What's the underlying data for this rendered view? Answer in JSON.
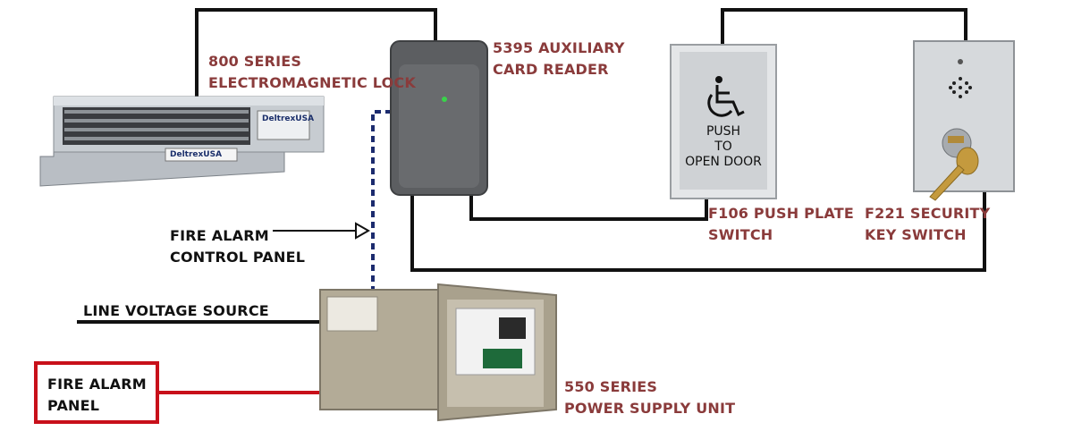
{
  "colors": {
    "device_label": "#8a3b3b",
    "wire": "#111111",
    "fire_wire": "#c8101a",
    "alarm_dotted": "#1c2b6e"
  },
  "labels": {
    "mag_lock": {
      "line1": "800 SERIES",
      "line2": "ELECTROMAGNETIC LOCK"
    },
    "card_reader": {
      "line1": "5395 AUXILIARY",
      "line2": "CARD READER"
    },
    "push_plate": {
      "line1": "F106 PUSH PLATE",
      "line2": "SWITCH"
    },
    "key_switch": {
      "line1": "F221 SECURITY",
      "line2": "KEY SWITCH"
    },
    "fire_control": {
      "line1": "FIRE ALARM",
      "line2": "CONTROL PANEL"
    },
    "line_voltage": "LINE VOLTAGE SOURCE",
    "fire_panel": {
      "line1": "FIRE ALARM",
      "line2": "PANEL"
    },
    "power_supply": {
      "line1": "550 SERIES",
      "line2": "POWER SUPPLY UNIT"
    }
  },
  "device_text": {
    "push_plate": {
      "line1": "PUSH",
      "line2": "TO",
      "line3": "OPEN DOOR"
    },
    "lock_brand": "DeltrexUSA",
    "lock_brand_base": "DeltrexUSA"
  },
  "icons": [
    "wheelchair-icon",
    "key-icon",
    "led-indicator-icon",
    "speaker-grille-icon",
    "arrow-right-icon"
  ]
}
